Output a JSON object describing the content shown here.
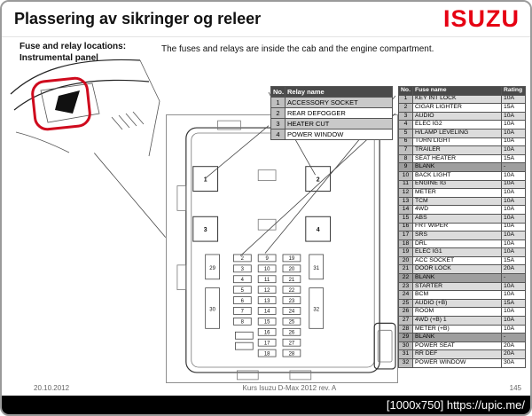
{
  "header": {
    "title": "Plassering av sikringer og releer",
    "logo": "ISUZU"
  },
  "intro": {
    "label_line1": "Fuse and relay locations:",
    "label_line2": "Instrumental panel",
    "description": "The fuses and relays are inside the cab and the engine compartment."
  },
  "relay_table": {
    "headers": {
      "no": "No.",
      "name": "Relay name"
    },
    "rows": [
      {
        "no": "1",
        "name": "ACCESSORY SOCKET"
      },
      {
        "no": "2",
        "name": "REAR DEFOGGER"
      },
      {
        "no": "3",
        "name": "HEATER CUT"
      },
      {
        "no": "4",
        "name": "POWER WINDOW"
      }
    ]
  },
  "fuse_table": {
    "headers": {
      "no": "No.",
      "name": "Fuse name",
      "rating": "Rating"
    },
    "rows": [
      {
        "no": "1",
        "name": "KEY INT LOCK",
        "rating": "10A"
      },
      {
        "no": "2",
        "name": "CIGAR LIGHTER",
        "rating": "15A"
      },
      {
        "no": "3",
        "name": "AUDIO",
        "rating": "10A"
      },
      {
        "no": "4",
        "name": "ELEC IG2",
        "rating": "10A"
      },
      {
        "no": "5",
        "name": "H/LAMP LEVELING",
        "rating": "10A"
      },
      {
        "no": "6",
        "name": "TURN LIGHT",
        "rating": "10A"
      },
      {
        "no": "7",
        "name": "TRAILER",
        "rating": "10A"
      },
      {
        "no": "8",
        "name": "SEAT HEATER",
        "rating": "15A"
      },
      {
        "no": "9",
        "name": "BLANK",
        "rating": "-"
      },
      {
        "no": "10",
        "name": "BACK LIGHT",
        "rating": "10A"
      },
      {
        "no": "11",
        "name": "ENGINE IG",
        "rating": "10A"
      },
      {
        "no": "12",
        "name": "METER",
        "rating": "10A"
      },
      {
        "no": "13",
        "name": "TCM",
        "rating": "10A"
      },
      {
        "no": "14",
        "name": "4WD",
        "rating": "10A"
      },
      {
        "no": "15",
        "name": "ABS",
        "rating": "10A"
      },
      {
        "no": "16",
        "name": "FRT WIPER",
        "rating": "10A"
      },
      {
        "no": "17",
        "name": "SRS",
        "rating": "10A"
      },
      {
        "no": "18",
        "name": "DRL",
        "rating": "10A"
      },
      {
        "no": "19",
        "name": "ELEC IG1",
        "rating": "10A"
      },
      {
        "no": "20",
        "name": "ACC SOCKET",
        "rating": "15A"
      },
      {
        "no": "21",
        "name": "DOOR LOCK",
        "rating": "20A"
      },
      {
        "no": "22",
        "name": "BLANK",
        "rating": "-"
      },
      {
        "no": "23",
        "name": "STARTER",
        "rating": "10A"
      },
      {
        "no": "24",
        "name": "BCM",
        "rating": "10A"
      },
      {
        "no": "25",
        "name": "AUDIO (+B)",
        "rating": "15A"
      },
      {
        "no": "26",
        "name": "ROOM",
        "rating": "10A"
      },
      {
        "no": "27",
        "name": "4WD (+B) 1",
        "rating": "10A"
      },
      {
        "no": "28",
        "name": "METER (+B)",
        "rating": "10A"
      },
      {
        "no": "29",
        "name": "BLANK",
        "rating": "-"
      },
      {
        "no": "30",
        "name": "POWER SEAT",
        "rating": "20A"
      },
      {
        "no": "31",
        "name": "RR DEF",
        "rating": "20A"
      },
      {
        "no": "32",
        "name": "POWER WINDOW",
        "rating": "30A"
      }
    ]
  },
  "diagram": {
    "relay_slots": [
      "1",
      "2",
      "3",
      "4"
    ],
    "large_slots": [
      "29",
      "30",
      "31",
      "32"
    ],
    "grid_columns": [
      [
        "2",
        "3",
        "4",
        "5",
        "6",
        "7",
        "8"
      ],
      [
        "9",
        "10",
        "11",
        "12",
        "13",
        "14",
        "15",
        "16",
        "17",
        "18"
      ],
      [
        "19",
        "20",
        "21",
        "22",
        "23",
        "24",
        "25",
        "26",
        "27",
        "28"
      ]
    ]
  },
  "footer": {
    "date": "20.10.2012",
    "course": "Kurs Isuzu D-Max 2012 rev. A",
    "page": "145"
  },
  "watermark": {
    "text": "[1000x750] https://upic.me/"
  },
  "colors": {
    "accent_red": "#e60013",
    "highlight_red": "#cf0a1d",
    "table_header": "#4a4a4a"
  }
}
